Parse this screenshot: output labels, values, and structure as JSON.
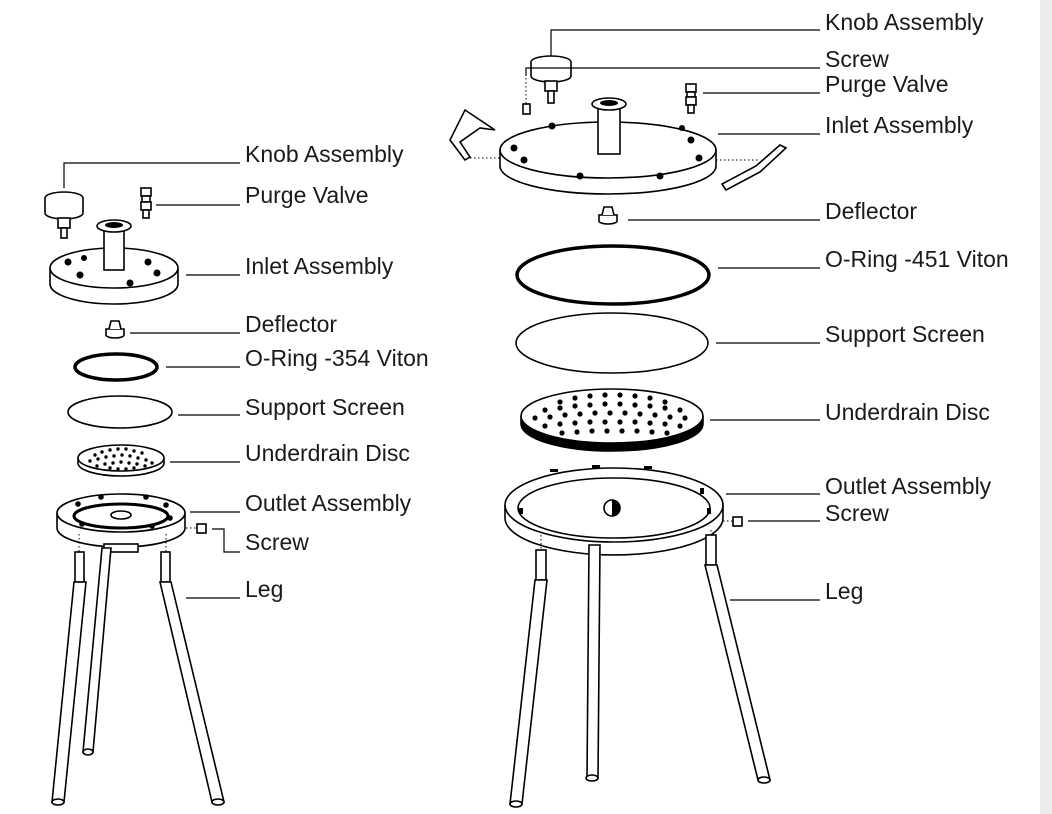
{
  "small_unit": {
    "labels": {
      "knob": "Knob Assembly",
      "purge": "Purge Valve",
      "inlet": "Inlet Assembly",
      "deflector": "Deflector",
      "oring": "O-Ring -354 Viton",
      "support": "Support Screen",
      "underdrain": "Underdrain Disc",
      "outlet": "Outlet Assembly",
      "screw": "Screw",
      "leg": "Leg"
    }
  },
  "large_unit": {
    "labels": {
      "knob": "Knob Assembly",
      "screw_top": "Screw",
      "purge": "Purge Valve",
      "inlet": "Inlet Assembly",
      "deflector": "Deflector",
      "oring": "O-Ring -451 Viton",
      "support": "Support Screen",
      "underdrain": "Underdrain Disc",
      "outlet": "Outlet Assembly",
      "screw_bottom": "Screw",
      "leg": "Leg"
    }
  },
  "colors": {
    "line": "#000000",
    "background": "#ffffff",
    "text": "#1a1a1a"
  }
}
